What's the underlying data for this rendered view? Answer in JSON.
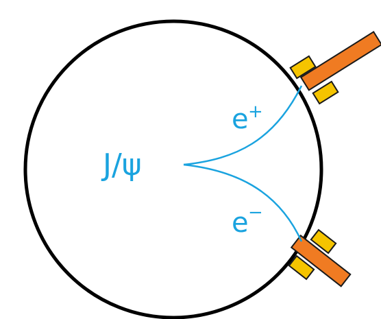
{
  "diagram": {
    "particle_label": "J/ψ",
    "positron_label": "e",
    "positron_charge": "+",
    "electron_label": "e",
    "electron_charge": "−",
    "colors": {
      "detector_ring": "#000000",
      "tracks_and_labels": "#1aa3df",
      "detector_module_plate": "#f5c400",
      "detector_module_arm": "#f07b22",
      "module_outline": "#1a1a1a"
    }
  }
}
